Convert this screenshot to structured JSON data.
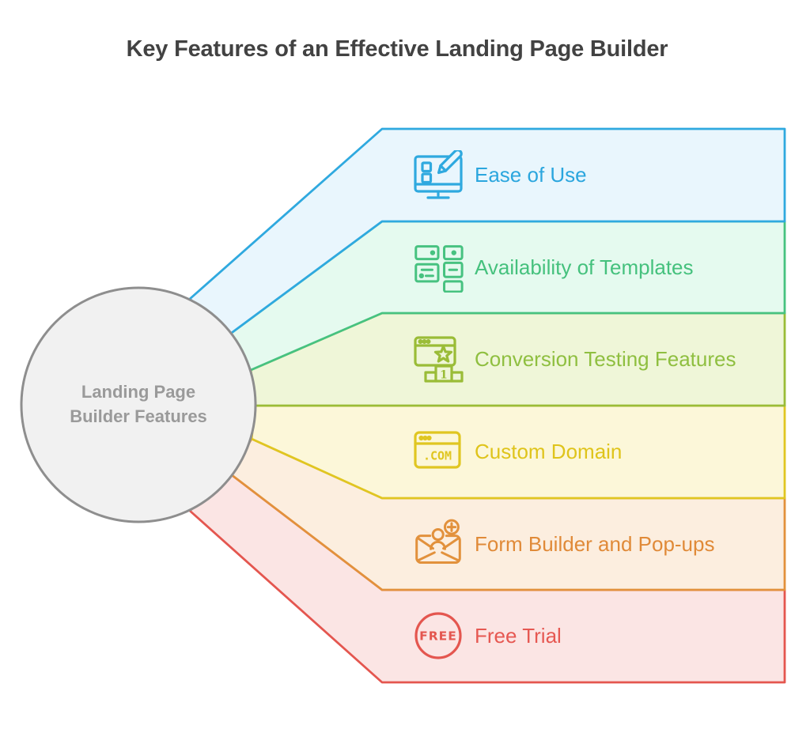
{
  "title": "Key Features of an Effective Landing Page Builder",
  "center_circle": {
    "text_line1": "Landing Page",
    "text_line2": "Builder Features",
    "fill": "#F1F1F1",
    "border": "#8E8E8E",
    "text_color": "#9A9A9A"
  },
  "features": [
    {
      "label": "Ease of Use",
      "icon": "monitor-edit-icon",
      "color": "#2FA9DF",
      "fill": "#E9F6FD",
      "label_color": "#2BA6DE"
    },
    {
      "label": "Availability of Templates",
      "icon": "templates-grid-icon",
      "color": "#47C280",
      "fill": "#E5FAEF",
      "label_color": "#45C17D"
    },
    {
      "label": "Conversion Testing Features",
      "icon": "winner-podium-icon",
      "color": "#9ABC37",
      "fill": "#EFF6D8",
      "label_color": "#8FBF40"
    },
    {
      "label": "Custom Domain",
      "icon": "dot-com-browser-icon",
      "color": "#E0C621",
      "fill": "#FCF7D9",
      "label_color": "#DFC41B"
    },
    {
      "label": "Form Builder and Pop-ups",
      "icon": "subscribe-envelope-icon",
      "color": "#E2913C",
      "fill": "#FCEEDF",
      "label_color": "#E08A38"
    },
    {
      "label": "Free Trial",
      "icon": "free-stamp-icon",
      "color": "#E4564F",
      "fill": "#FBE5E4",
      "label_color": "#E65852"
    }
  ],
  "icon_texts": {
    "dot_com": ".COM",
    "free": "FREE",
    "podium_rank": "1"
  }
}
